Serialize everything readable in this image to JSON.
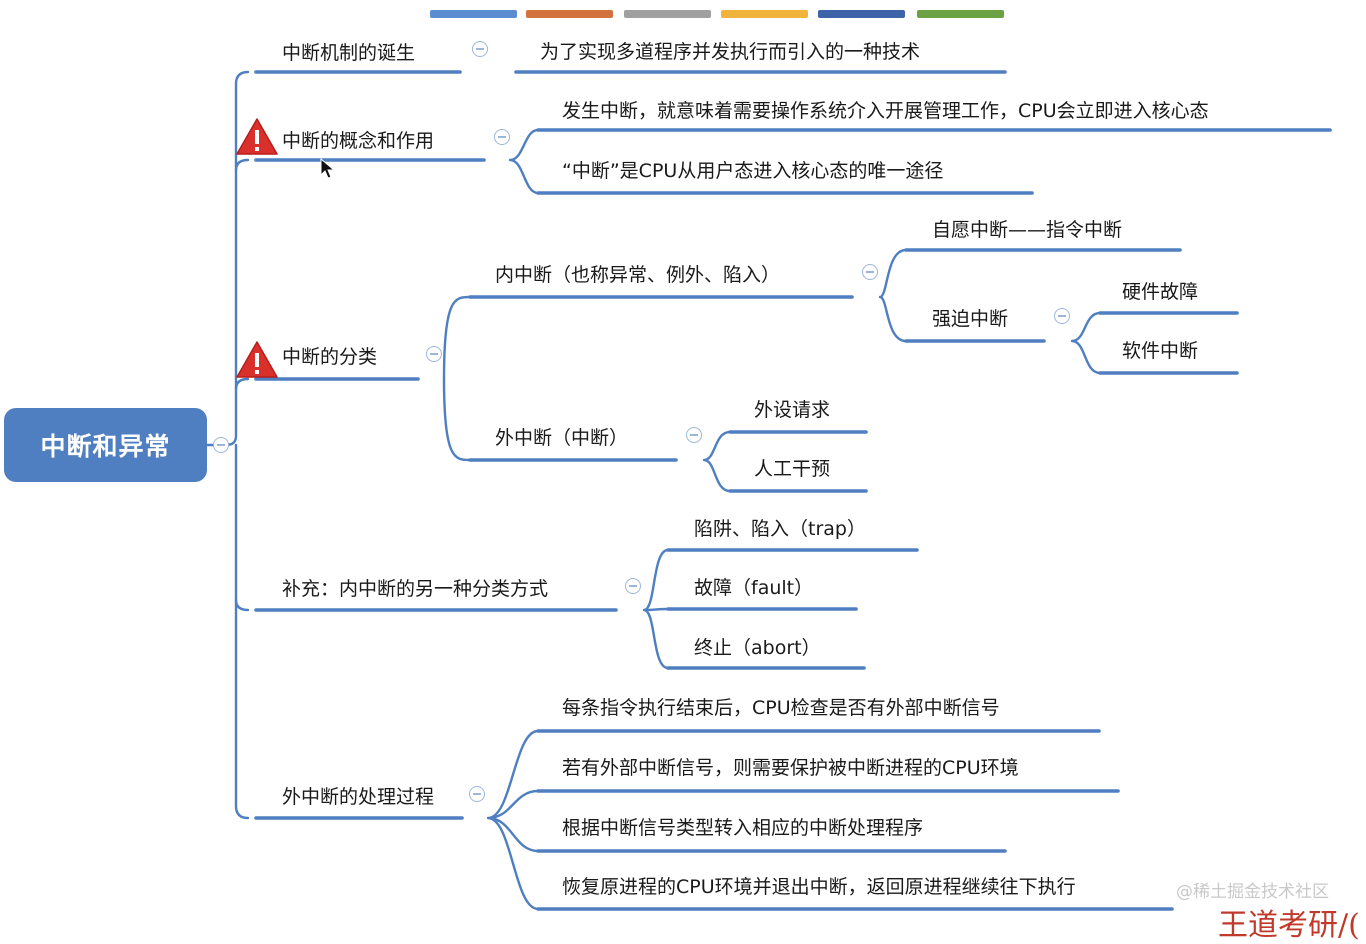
{
  "colors": {
    "branch_line": "#4f7fc0",
    "root_fill": "#4f7fc0",
    "collapse_button": "#9db6d8",
    "warning": "#d9302c"
  },
  "theme_swatches": [
    "#5b8ed0",
    "#d2733f",
    "#a0a0a0",
    "#f0b43c",
    "#3d63a8",
    "#6ba344"
  ],
  "root": {
    "label": "中断和异常"
  },
  "branches": {
    "birth": {
      "label": "中断机制的诞生",
      "details": [
        "为了实现多道程序并发执行而引入的一种技术"
      ]
    },
    "concept": {
      "label": "中断的概念和作用",
      "details": [
        "发生中断，就意味着需要操作系统介入开展管理工作，CPU会立即进入核心态",
        "“中断”是CPU从用户态进入核心态的唯一途径"
      ]
    },
    "classification": {
      "label": "中断的分类",
      "internal": {
        "label": "内中断（也称异常、例外、陷入）",
        "voluntary": "自愿中断——指令中断",
        "forced": {
          "label": "强迫中断",
          "items": [
            "硬件故障",
            "软件中断"
          ]
        }
      },
      "external": {
        "label": "外中断（中断）",
        "items": [
          "外设请求",
          "人工干预"
        ]
      }
    },
    "supplement": {
      "label": "补充：内中断的另一种分类方式",
      "items": [
        "陷阱、陷入（trap）",
        "故障（fault）",
        "终止（abort）"
      ]
    },
    "external_process": {
      "label": "外中断的处理过程",
      "steps": [
        "每条指令执行结束后，CPU检查是否有外部中断信号",
        "若有外部中断信号，则需要保护被中断进程的CPU环境",
        "根据中断信号类型转入相应的中断处理程序",
        "恢复原进程的CPU环境并退出中断，返回原进程继续往下执行"
      ]
    }
  },
  "watermark": "@稀土掘金技术社区",
  "brand": "王道考研/("
}
